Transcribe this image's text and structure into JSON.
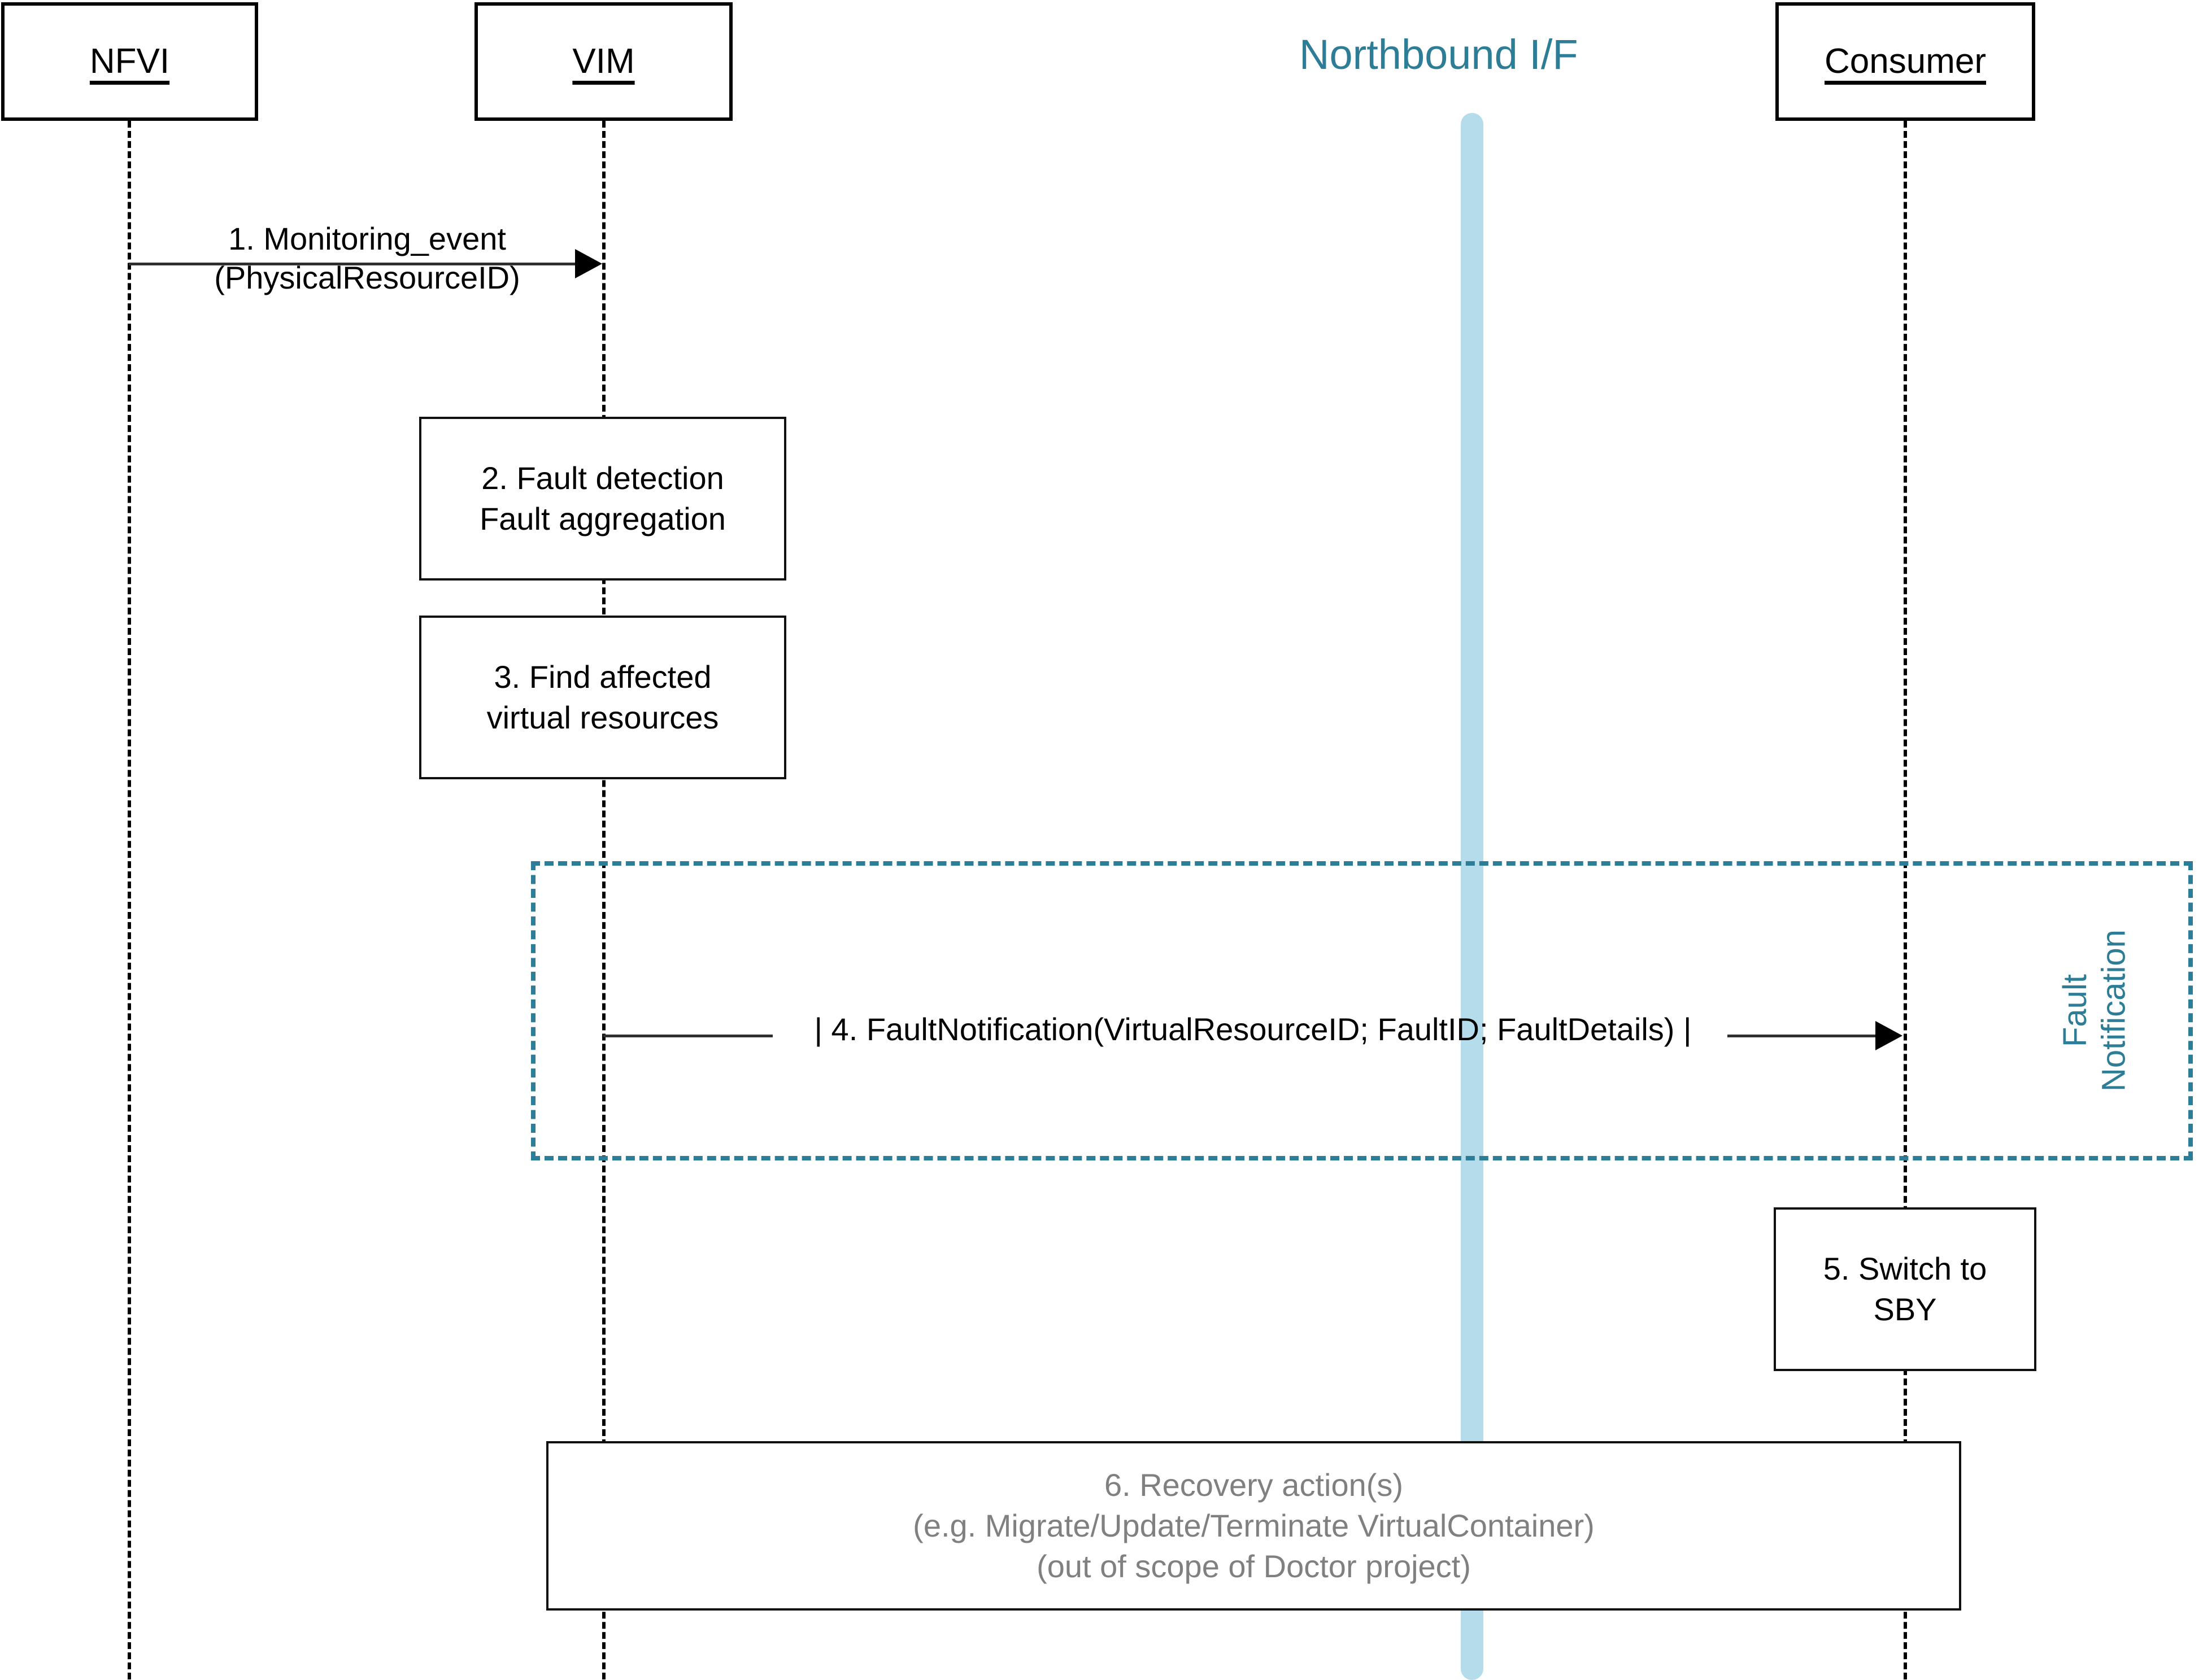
{
  "diagram": {
    "kind": "uml-sequence-diagram",
    "title_text": "Northbound I/F",
    "colors": {
      "accent_teal": "#2e7d96",
      "interface_bar": "#b4dcea",
      "stroke_black": "#000000",
      "muted_gray": "#808080",
      "background": "#ffffff"
    }
  },
  "participants": [
    {
      "id": "nfvi",
      "label": "NFVI"
    },
    {
      "id": "vim",
      "label": "VIM"
    },
    {
      "id": "consumer",
      "label": "Consumer"
    }
  ],
  "interface": {
    "label": "Northbound I/F"
  },
  "messages": [
    {
      "id": "msg-1",
      "number": "1",
      "from": "nfvi",
      "to": "vim",
      "lines": [
        "1. Monitoring_event",
        "(PhysicalResourceID)"
      ]
    },
    {
      "id": "msg-4",
      "number": "4",
      "from": "vim",
      "to": "consumer",
      "lines": [
        "| 4. FaultNotification(VirtualResourceID; FaultID; FaultDetails) |"
      ]
    }
  ],
  "actions": [
    {
      "id": "action-2",
      "number": "2",
      "on": "vim",
      "lines": [
        "2. Fault detection",
        "Fault aggregation"
      ],
      "muted": false
    },
    {
      "id": "action-3",
      "number": "3",
      "on": "vim",
      "lines": [
        "3. Find affected",
        "virtual resources"
      ],
      "muted": false
    },
    {
      "id": "action-5",
      "number": "5",
      "on": "consumer",
      "lines": [
        "5. Switch to",
        "SBY"
      ],
      "muted": false
    },
    {
      "id": "action-6",
      "number": "6",
      "on": "span",
      "lines": [
        "6. Recovery action(s)",
        "(e.g. Migrate/Update/Terminate VirtualContainer)",
        "(out of scope of Doctor project)"
      ],
      "muted": true
    }
  ],
  "fragments": [
    {
      "id": "fragment-fault-notification",
      "lines": [
        "Fault",
        "Notification"
      ]
    }
  ]
}
